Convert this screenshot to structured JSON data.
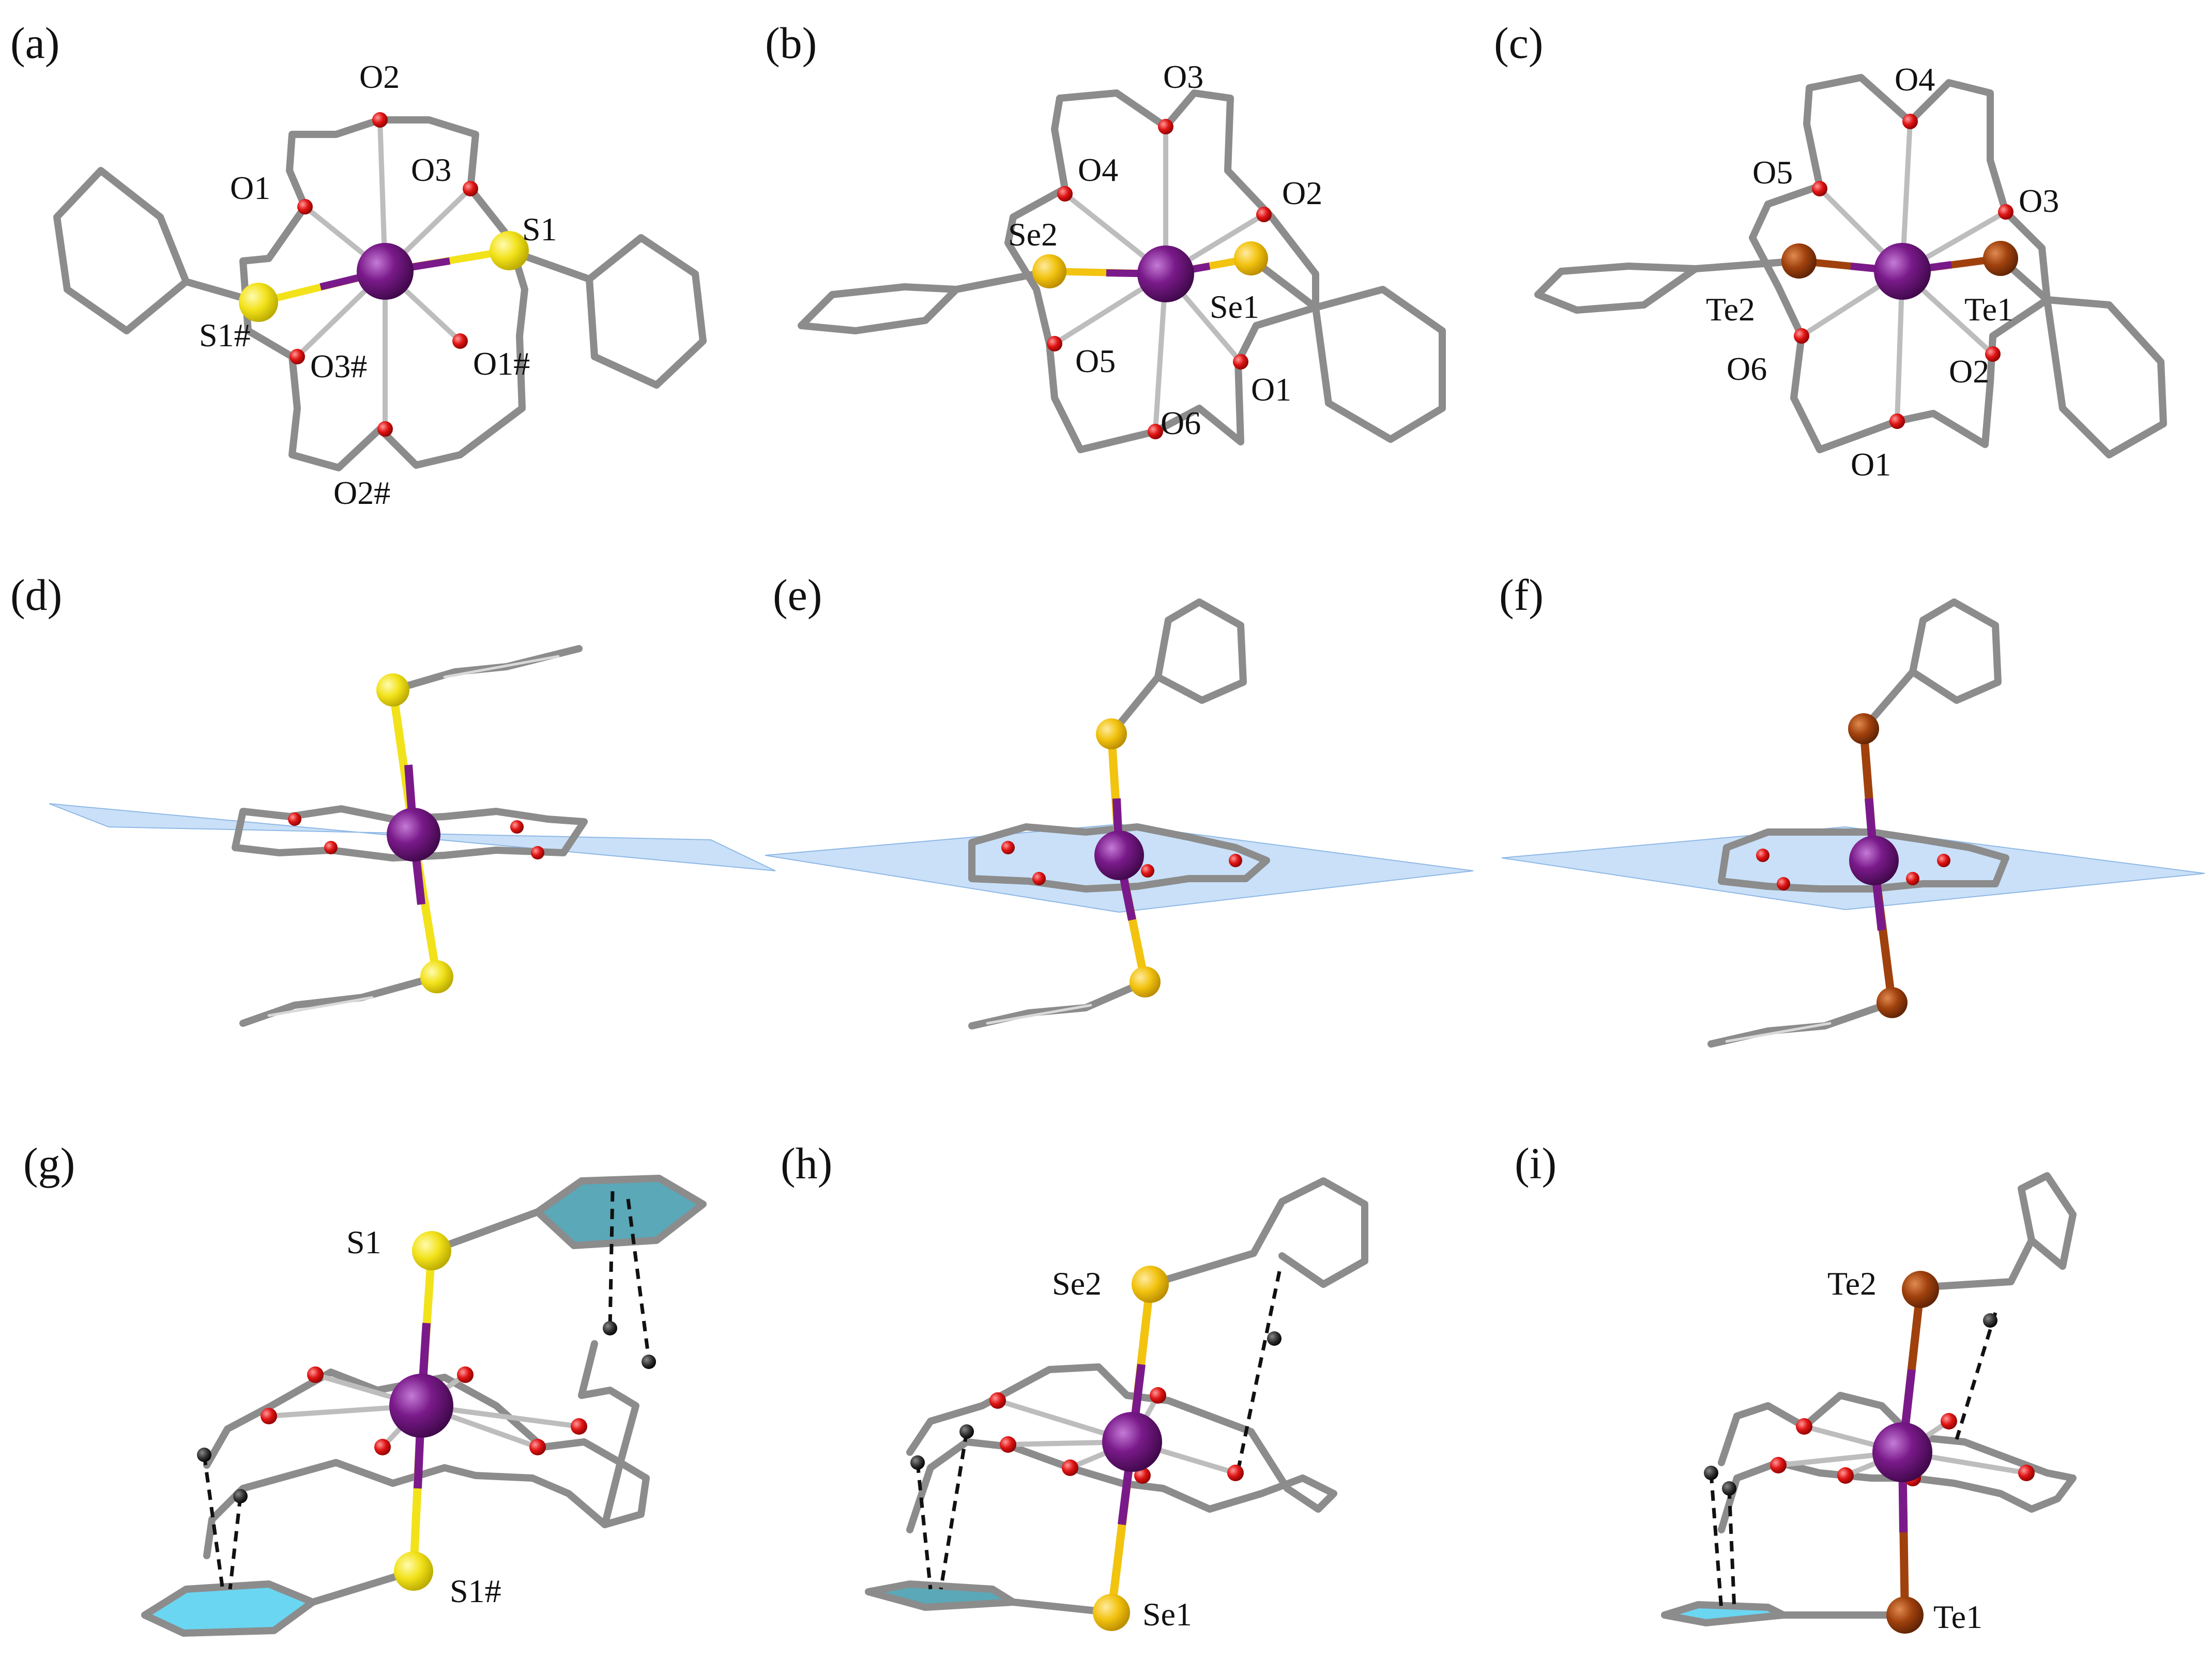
{
  "panels": [
    {
      "id": "a",
      "tag": "(a)",
      "labels": [
        "O2",
        "O1",
        "O3",
        "S1",
        "S1#",
        "O3#",
        "O1#",
        "O2#"
      ]
    },
    {
      "id": "b",
      "tag": "(b)",
      "labels": [
        "O3",
        "O4",
        "O2",
        "Se2",
        "Se1",
        "O5",
        "O1",
        "O6"
      ]
    },
    {
      "id": "c",
      "tag": "(c)",
      "labels": [
        "O4",
        "O5",
        "O3",
        "Te2",
        "Te1",
        "O6",
        "O2",
        "O1"
      ]
    },
    {
      "id": "d",
      "tag": "(d)",
      "labels": []
    },
    {
      "id": "e",
      "tag": "(e)",
      "labels": []
    },
    {
      "id": "f",
      "tag": "(f)",
      "labels": []
    },
    {
      "id": "g",
      "tag": "(g)",
      "labels": [
        "S1",
        "S1#"
      ]
    },
    {
      "id": "h",
      "tag": "(h)",
      "labels": [
        "Se2",
        "Se1"
      ]
    },
    {
      "id": "i",
      "tag": "(i)",
      "labels": [
        "Te2",
        "Te1"
      ]
    }
  ],
  "colors": {
    "metal": "#7a1a8a",
    "sulfur": "#f2e21a",
    "selenium": "#f2c30f",
    "tellurium": "#a0410d",
    "oxygen": "#e01515",
    "carbon": "#8c8c8c",
    "hydrogen": "#2b2b2b",
    "plane": "#9cc6f2",
    "ring_fill": "#6ad6f2"
  }
}
